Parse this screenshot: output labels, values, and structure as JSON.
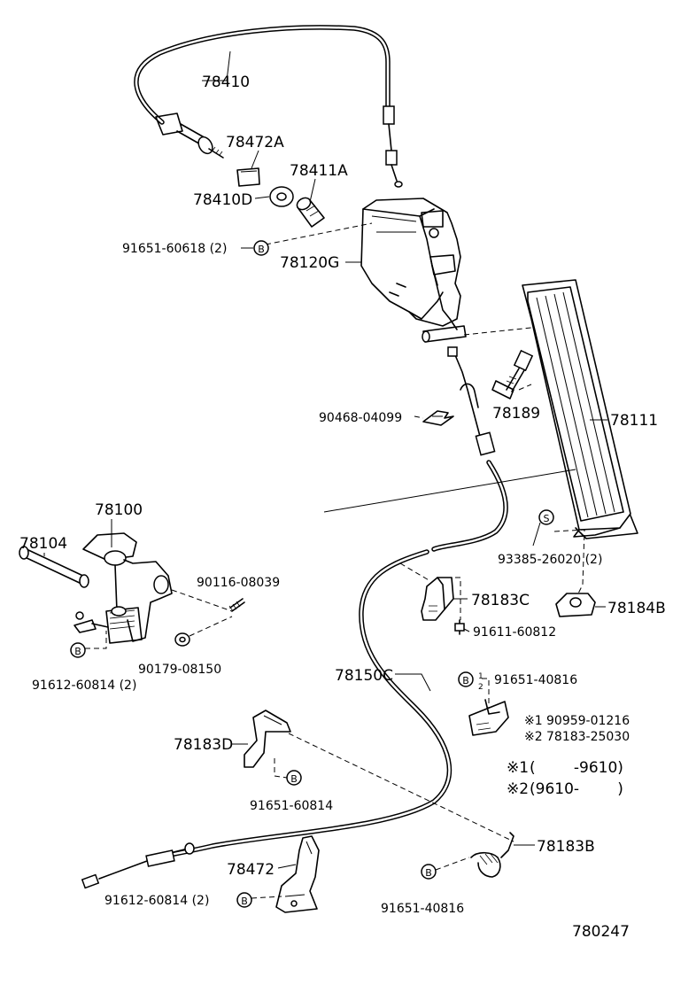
{
  "diagram": {
    "id_code": "780247",
    "parts": {
      "p78410": "78410",
      "p78472A": "78472A",
      "p78411A": "78411A",
      "p78410D": "78410D",
      "p91651_60618": "91651-60618 (2)",
      "p78120G": "78120G",
      "p78111": "78111",
      "p78189": "78189",
      "p90468": "90468-04099",
      "p78100": "78100",
      "p78104": "78104",
      "p90116": "90116-08039",
      "p90179": "90179-08150",
      "p91612_60814_a": "91612-60814 (2)",
      "p93385": "93385-26020 (2)",
      "p78183C": "78183C",
      "p78184B": "78184B",
      "p91611": "91611-60812",
      "p78150C": "78150C",
      "p91651_40816_a": "91651-40816",
      "p90959": "90959-01216",
      "p78183_25030": "78183-25030",
      "p78183D": "78183D",
      "p91651_60814": "91651-60814",
      "p78183B": "78183B",
      "p78472": "78472",
      "p91612_60814_b": "91612-60814 (2)",
      "p91651_40816_b": "91651-40816"
    },
    "callouts": {
      "b": "B",
      "s": "S",
      "mark1": "※1",
      "mark2": "※2",
      "sub1": "1",
      "sub2": "2"
    },
    "notes": {
      "n1_mark": "※1",
      "n1_text": "(        -9610)",
      "n2_mark": "※2",
      "n2_text": "(9610-        )"
    }
  }
}
